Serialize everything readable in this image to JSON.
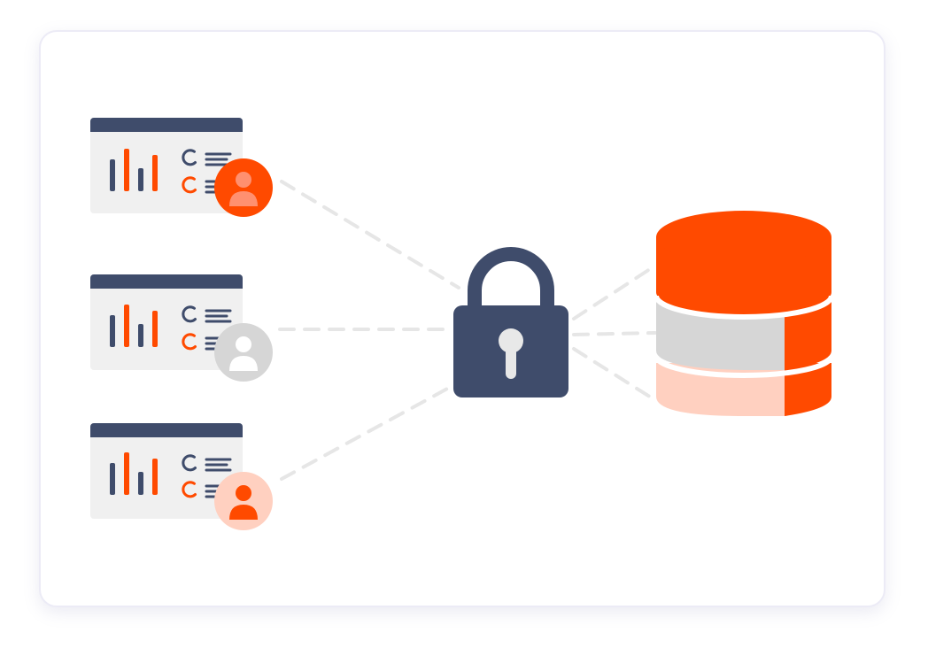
{
  "colors": {
    "navy": "#3f4c6b",
    "orange": "#ff4a00",
    "light_gray": "#f0f0f0",
    "gray": "#d6d6d6",
    "peach": "#ffd0c0",
    "connector": "#e6e6e6",
    "white": "#ffffff"
  },
  "icons": {
    "dashboard": "dashboard-window-icon",
    "user": "user-avatar-icon",
    "lock": "padlock-icon",
    "database": "database-icon"
  },
  "users": [
    {
      "avatar_style": "orange"
    },
    {
      "avatar_style": "gray"
    },
    {
      "avatar_style": "peach"
    }
  ],
  "database_segments": [
    "orange",
    "gray",
    "peach"
  ]
}
